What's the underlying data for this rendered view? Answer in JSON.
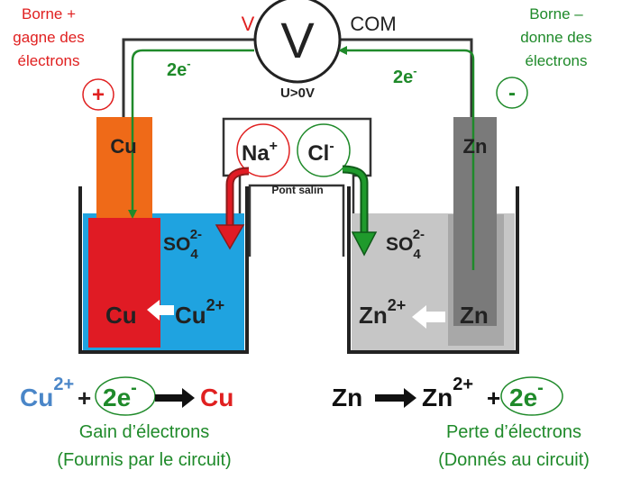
{
  "colors": {
    "red": "#e02020",
    "green": "#1f8a2a",
    "blue": "#4a86c8",
    "copper_rod": "#ef6a18",
    "copper_block": "#e01b24",
    "blue_solution": "#1fa3e0",
    "grey_solution": "#c6c6c6",
    "zinc_dark": "#7a7a7a",
    "zinc_light": "#a8a8a8"
  },
  "voltmeter": {
    "symbol": "V",
    "terminal_v": "V",
    "terminal_com": "COM",
    "reading": "U>0V"
  },
  "left_terminal": {
    "lines": [
      "Borne +",
      "gagne des",
      "électrons"
    ],
    "sign": "+"
  },
  "right_terminal": {
    "lines": [
      "Borne –",
      "donne des",
      "électrons"
    ],
    "sign": "-"
  },
  "electron_flow": {
    "left": {
      "base": "2e",
      "sup": "-"
    },
    "right": {
      "base": "2e",
      "sup": "-"
    }
  },
  "electrodes": {
    "left": "Cu",
    "right": "Zn"
  },
  "salt_bridge": {
    "label": "Pont salin",
    "cation": {
      "base": "Na",
      "sup": "+"
    },
    "anion": {
      "base": "Cl",
      "sup": "-"
    }
  },
  "left_beaker": {
    "ion": {
      "base": "SO",
      "sub": "4",
      "sup": "2-"
    },
    "product": "Cu",
    "reactant": {
      "base": "Cu",
      "sup": "2+"
    }
  },
  "right_beaker": {
    "ion": {
      "base": "SO",
      "sub": "4",
      "sup": "2-"
    },
    "product": {
      "base": "Zn",
      "sup": "2+"
    },
    "reactant": "Zn"
  },
  "left_equation": {
    "ion_base": "Cu",
    "ion_sup": "2+",
    "plus": "+",
    "electrons_base": "2e",
    "electrons_sup": "-",
    "product": "Cu",
    "caption1": "Gain d’électrons",
    "caption2": "(Fournis par le circuit)"
  },
  "right_equation": {
    "reactant": "Zn",
    "ion_base": "Zn",
    "ion_sup": "2+",
    "plus": "+",
    "electrons_base": "2e",
    "electrons_sup": "-",
    "caption1": "Perte d’électrons",
    "caption2": "(Donnés au circuit)"
  }
}
